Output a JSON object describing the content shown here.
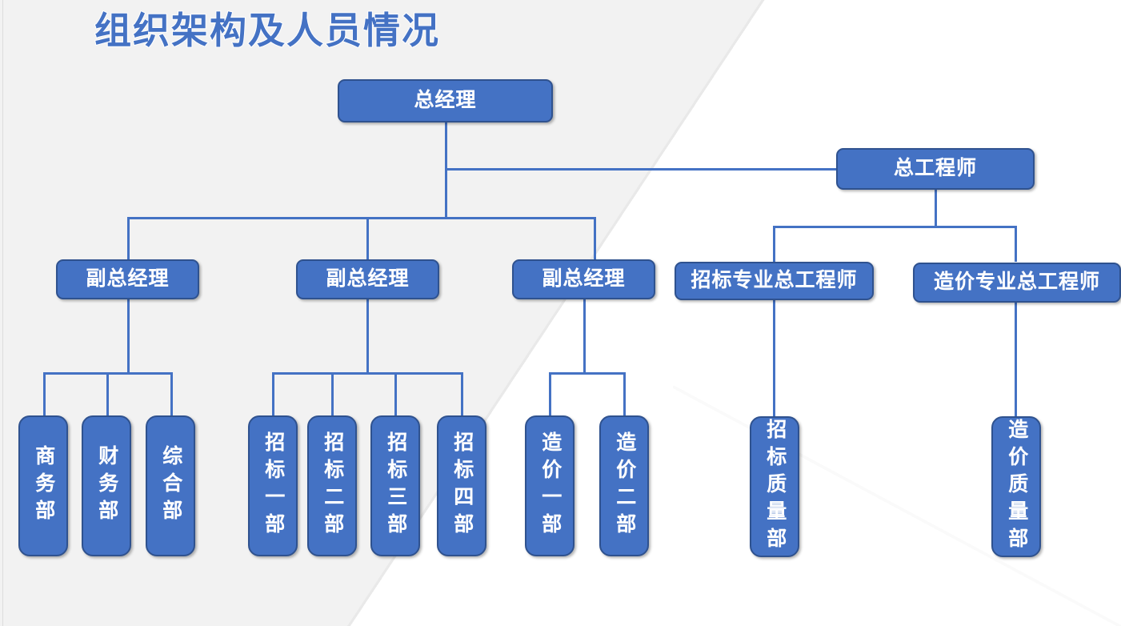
{
  "slide": {
    "title": "组织架构及人员情况",
    "accent_color": "#4472C4",
    "node_border_color": "#2F528F",
    "node_text_color": "#FFFFFF",
    "background_colors": [
      "#FFFFFF",
      "#F2F2F2"
    ]
  },
  "chart_data": {
    "type": "org-chart",
    "title": "组织架构及人员情况",
    "levels": 4,
    "nodes": [
      {
        "id": "gm",
        "label": "总经理",
        "level": 1,
        "parent": null,
        "orientation": "horizontal"
      },
      {
        "id": "ce",
        "label": "总工程师",
        "level": 2,
        "parent": "gm",
        "orientation": "horizontal"
      },
      {
        "id": "dgm1",
        "label": "副总经理",
        "level": 2,
        "parent": "gm",
        "orientation": "horizontal"
      },
      {
        "id": "dgm2",
        "label": "副总经理",
        "level": 2,
        "parent": "gm",
        "orientation": "horizontal"
      },
      {
        "id": "dgm3",
        "label": "副总经理",
        "level": 2,
        "parent": "gm",
        "orientation": "horizontal"
      },
      {
        "id": "bid_ce",
        "label": "招标专业总工程师",
        "level": 3,
        "parent": "ce",
        "orientation": "horizontal"
      },
      {
        "id": "cost_ce",
        "label": "造价专业总工程师",
        "level": 3,
        "parent": "ce",
        "orientation": "horizontal"
      },
      {
        "id": "biz",
        "label": "商务部",
        "level": 4,
        "parent": "dgm1",
        "orientation": "vertical"
      },
      {
        "id": "fin",
        "label": "财务部",
        "level": 4,
        "parent": "dgm1",
        "orientation": "vertical"
      },
      {
        "id": "gen",
        "label": "综合部",
        "level": 4,
        "parent": "dgm1",
        "orientation": "vertical"
      },
      {
        "id": "bid1",
        "label": "招标一部",
        "level": 4,
        "parent": "dgm2",
        "orientation": "vertical"
      },
      {
        "id": "bid2",
        "label": "招标二部",
        "level": 4,
        "parent": "dgm2",
        "orientation": "vertical"
      },
      {
        "id": "bid3",
        "label": "招标三部",
        "level": 4,
        "parent": "dgm2",
        "orientation": "vertical"
      },
      {
        "id": "bid4",
        "label": "招标四部",
        "level": 4,
        "parent": "dgm2",
        "orientation": "vertical"
      },
      {
        "id": "cost1",
        "label": "造价一部",
        "level": 4,
        "parent": "dgm3",
        "orientation": "vertical"
      },
      {
        "id": "cost2",
        "label": "造价二部",
        "level": 4,
        "parent": "dgm3",
        "orientation": "vertical"
      },
      {
        "id": "bid_qa",
        "label": "招标质量部",
        "level": 4,
        "parent": "bid_ce",
        "orientation": "vertical"
      },
      {
        "id": "cost_qa",
        "label": "造价质量部",
        "level": 4,
        "parent": "cost_ce",
        "orientation": "vertical"
      }
    ]
  }
}
